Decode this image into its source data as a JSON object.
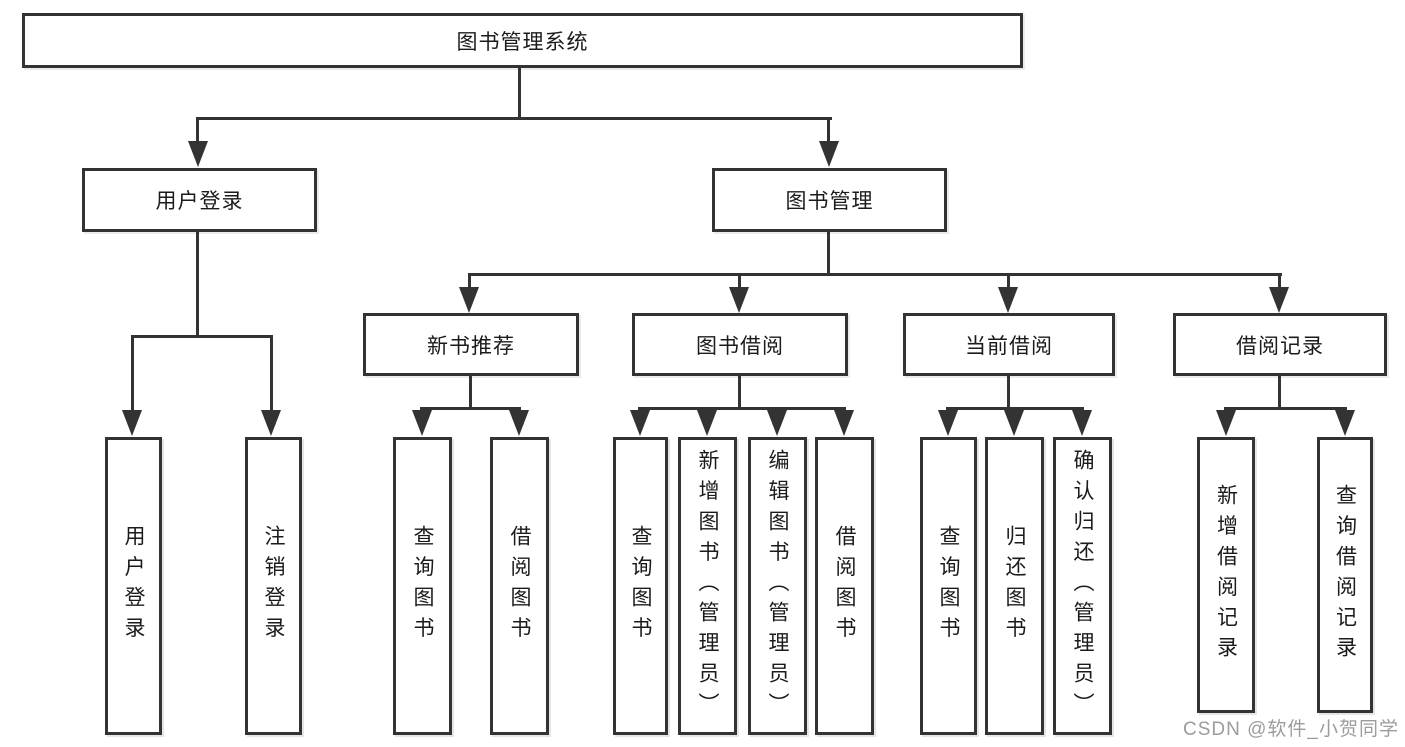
{
  "colors": {
    "line": "#333333",
    "text": "#1b1b1b",
    "background": "#ffffff",
    "watermark": "#9c9c9c"
  },
  "watermark": "CSDN @软件_小贺同学",
  "tree": {
    "root": "图书管理系统",
    "branches": [
      {
        "label": "用户登录",
        "children": [
          "用户登录",
          "注销登录"
        ]
      },
      {
        "label": "图书管理",
        "groups": [
          {
            "label": "新书推荐",
            "children": [
              "查询图书",
              "借阅图书"
            ]
          },
          {
            "label": "图书借阅",
            "children": [
              "查询图书",
              "新增图书（管理员）",
              "编辑图书（管理员）",
              "借阅图书"
            ]
          },
          {
            "label": "当前借阅",
            "children": [
              "查询图书",
              "归还图书",
              "确认归还（管理员）"
            ]
          },
          {
            "label": "借阅记录",
            "children": [
              "新增借阅记录",
              "查询借阅记录"
            ]
          }
        ]
      }
    ]
  }
}
